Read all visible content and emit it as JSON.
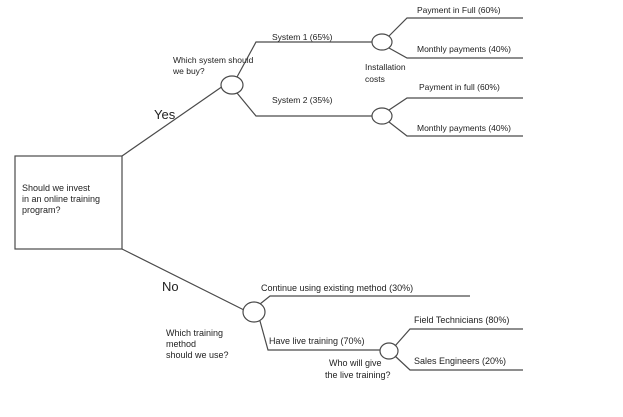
{
  "root": {
    "lines": [
      "Should we invest",
      "in an online training",
      "program?"
    ]
  },
  "branches": {
    "yes": "Yes",
    "no": "No"
  },
  "yes_node": {
    "question_lines": [
      "Which system should",
      "we buy?"
    ]
  },
  "system1": {
    "label": "System 1 (65%)",
    "node_lines": [
      "Installation",
      "costs"
    ],
    "options": [
      "Payment in Full (60%)",
      "Monthly payments (40%)"
    ]
  },
  "system2": {
    "label": "System 2 (35%)",
    "options": [
      "Payment in full (60%)",
      "Monthly payments (40%)"
    ]
  },
  "no_node": {
    "question_lines": [
      "Which training",
      "method",
      "should we use?"
    ],
    "options": [
      "Continue using existing method (30%)",
      "Have live training (70%)"
    ]
  },
  "live_node": {
    "question_lines": [
      "Who will give",
      "the live training?"
    ],
    "options": [
      "Field Technicians (80%)",
      "Sales Engineers (20%)"
    ]
  }
}
